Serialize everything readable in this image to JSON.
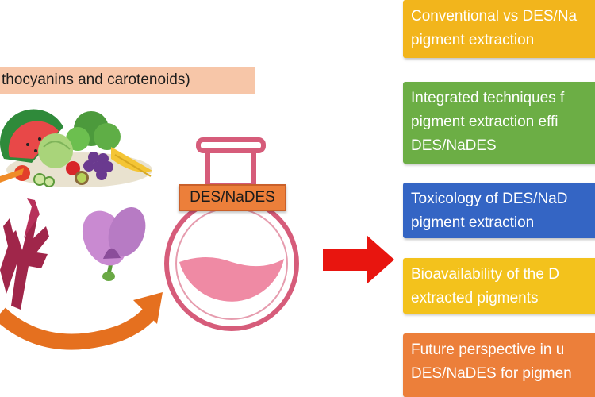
{
  "pigment_label": "thocyanins and carotenoids)",
  "flask_label": "DES/NaDES",
  "boxes": [
    {
      "lines": [
        "Conventional vs DES/Na",
        "pigment extraction"
      ],
      "color": "#f2b51c"
    },
    {
      "lines": [
        "Integrated techniques f",
        "pigment extraction effi",
        "DES/NaDES"
      ],
      "color": "#6cae45"
    },
    {
      "lines": [
        "Toxicology of DES/NaD",
        "pigment extraction"
      ],
      "color": "#3465c4"
    },
    {
      "lines": [
        "Bioavailability of the D",
        "extracted pigments"
      ],
      "color": "#f3c21c"
    },
    {
      "lines": [
        "Future perspective in u",
        "DES/NaDES for pigmen"
      ],
      "color": "#ec7f3a"
    }
  ],
  "colors": {
    "flask_outline": "#d65c7a",
    "liquid": "#ef8aa4",
    "red_arrow": "#e8150f",
    "orange_arrow": "#e5701f"
  },
  "icons": [
    "fruits-vegetables-icon",
    "red-seaweed-icon",
    "purple-flower-icon",
    "flask-icon"
  ]
}
